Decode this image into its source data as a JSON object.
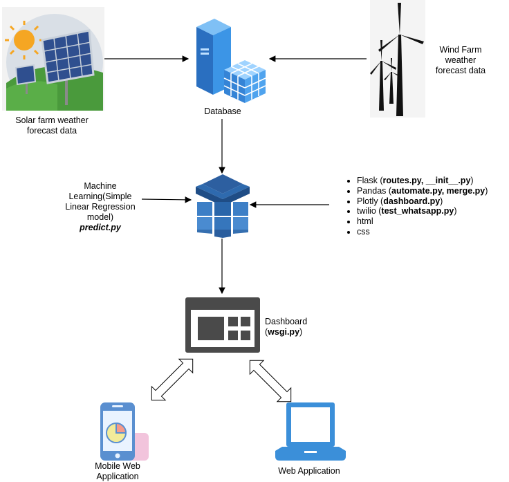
{
  "nodes": {
    "solar": {
      "label_line1": "Solar farm weather",
      "label_line2": "forecast data"
    },
    "database": {
      "label": "Database"
    },
    "wind": {
      "label_line1": "Wind Farm",
      "label_line2": "weather",
      "label_line3": "forecast data"
    },
    "ml": {
      "line1": "Machine",
      "line2": "Learning(Simple",
      "line3": "Linear Regression",
      "line4": "model)",
      "file": "predict.py"
    },
    "tech_list": {
      "items": [
        {
          "name": "Flask (",
          "files": "routes.py, __init__.py",
          "close": ")"
        },
        {
          "name": "Pandas (",
          "files": "automate.py, merge.py",
          "close": ")"
        },
        {
          "name": "Plotly (",
          "files": "dashboard.py",
          "close": ")"
        },
        {
          "name": "twilio (",
          "files": "test_whatsapp.py",
          "close": ")"
        },
        {
          "name": "html",
          "files": "",
          "close": ""
        },
        {
          "name": "css",
          "files": "",
          "close": ""
        }
      ]
    },
    "dashboard": {
      "label": "Dashboard",
      "file_open": "(",
      "file": "wsgi.py",
      "file_close": ")"
    },
    "mobile": {
      "label_line1": "Mobile Web",
      "label_line2": "Application"
    },
    "web": {
      "label": "Web Application"
    }
  },
  "colors": {
    "sun": "#f5a623",
    "panel": "#3b5998",
    "grass": "#4a9a3c",
    "db_blue": "#2d7fd0",
    "aws_blue": "#2e73b8",
    "dashboard": "#4a4a4a",
    "laptop": "#3b8fd9",
    "phone": "#5a8fd0"
  },
  "icons": [
    "solar-panel-icon",
    "database-icon",
    "wind-turbine-icon",
    "data-pipeline-icon",
    "dashboard-icon",
    "mobile-phone-icon",
    "laptop-icon"
  ]
}
